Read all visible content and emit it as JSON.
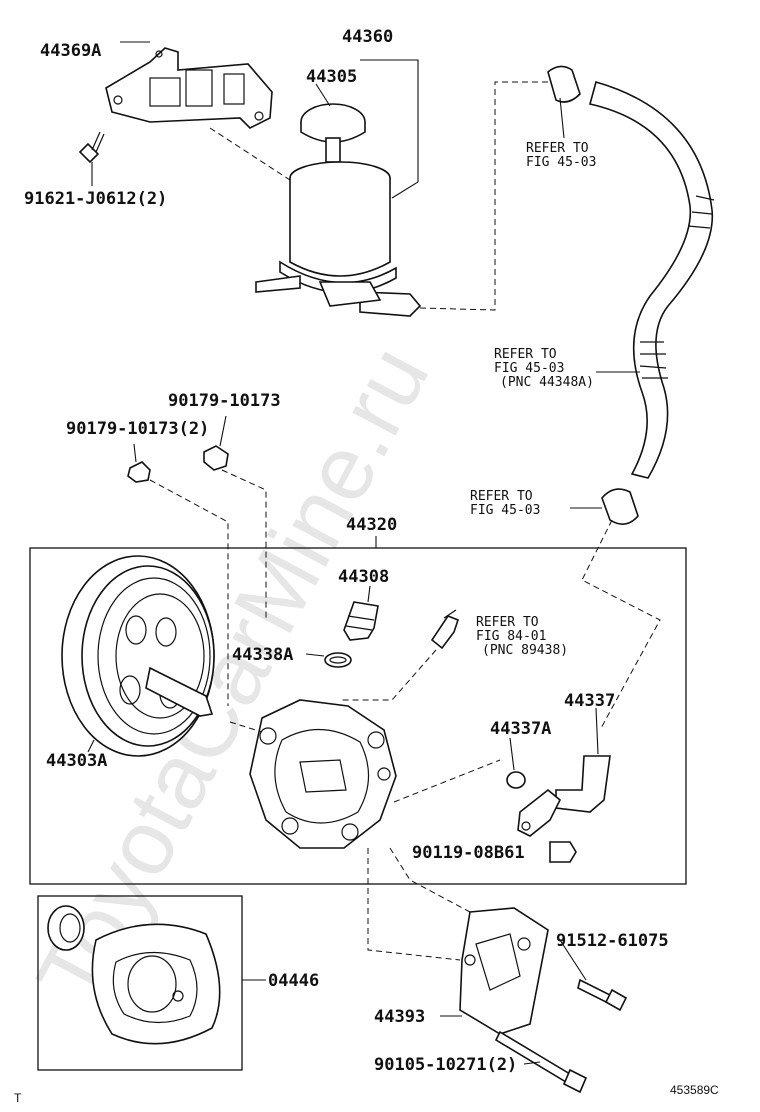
{
  "watermark": "ToyotaCarMine.ru",
  "labels": {
    "p44369A": "44369A",
    "p44360": "44360",
    "p44305": "44305",
    "p91621": "91621-J0612(2)",
    "p90179a": "90179-10173",
    "p90179b": "90179-10173(2)",
    "p44320": "44320",
    "p44308": "44308",
    "p44338A": "44338A",
    "p44303A": "44303A",
    "p44337": "44337",
    "p44337A": "44337A",
    "p90119": "90119-08B61",
    "p04446": "04446",
    "p91512": "91512-61075",
    "p44393": "44393",
    "p90105": "90105-10271(2)"
  },
  "refs": {
    "ref1": {
      "line1": "REFER TO",
      "line2": "FIG 45-03"
    },
    "ref2": {
      "line1": "REFER TO",
      "line2": "FIG 45-03",
      "line3": "(PNC 44348A)"
    },
    "ref3": {
      "line1": "REFER TO",
      "line2": "FIG 45-03"
    },
    "ref4": {
      "line1": "REFER TO",
      "line2": "FIG 84-01",
      "line3": "(PNC 89438)"
    }
  },
  "footer": {
    "corner_mark": "T",
    "illustration_code": "453589C"
  }
}
